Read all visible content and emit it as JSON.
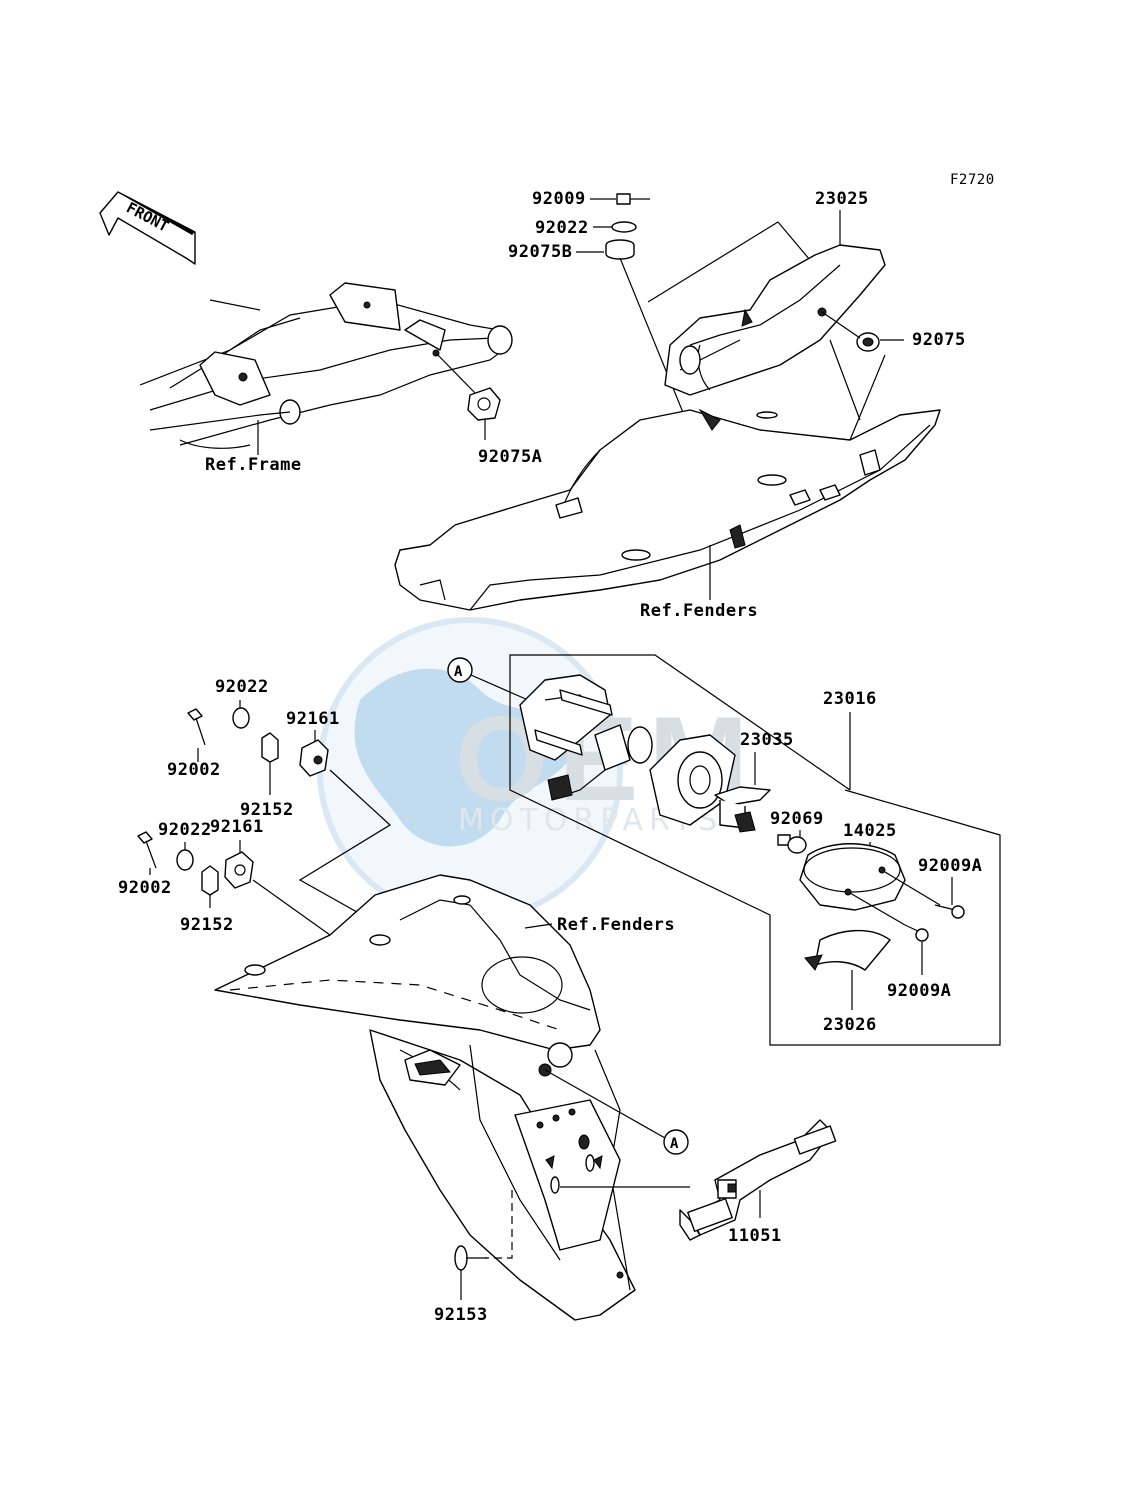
{
  "diagram": {
    "figure_code": "F2720",
    "front_label": "FRONT",
    "watermark": {
      "logo_text": "OEM",
      "sub_text": "MOTORPARTS",
      "primary_color": "#6ea7d3",
      "secondary_color": "#c9d3db"
    },
    "callout_marker": "A",
    "references": {
      "frame": "Ref.Frame",
      "fenders": "Ref.Fenders"
    },
    "part_labels": [
      "92009",
      "92022",
      "92075B",
      "23025",
      "92075",
      "92075A",
      "23016",
      "23035",
      "92069",
      "14025",
      "92009A",
      "23026",
      "11051",
      "92153",
      "92002",
      "92152",
      "92161"
    ]
  }
}
